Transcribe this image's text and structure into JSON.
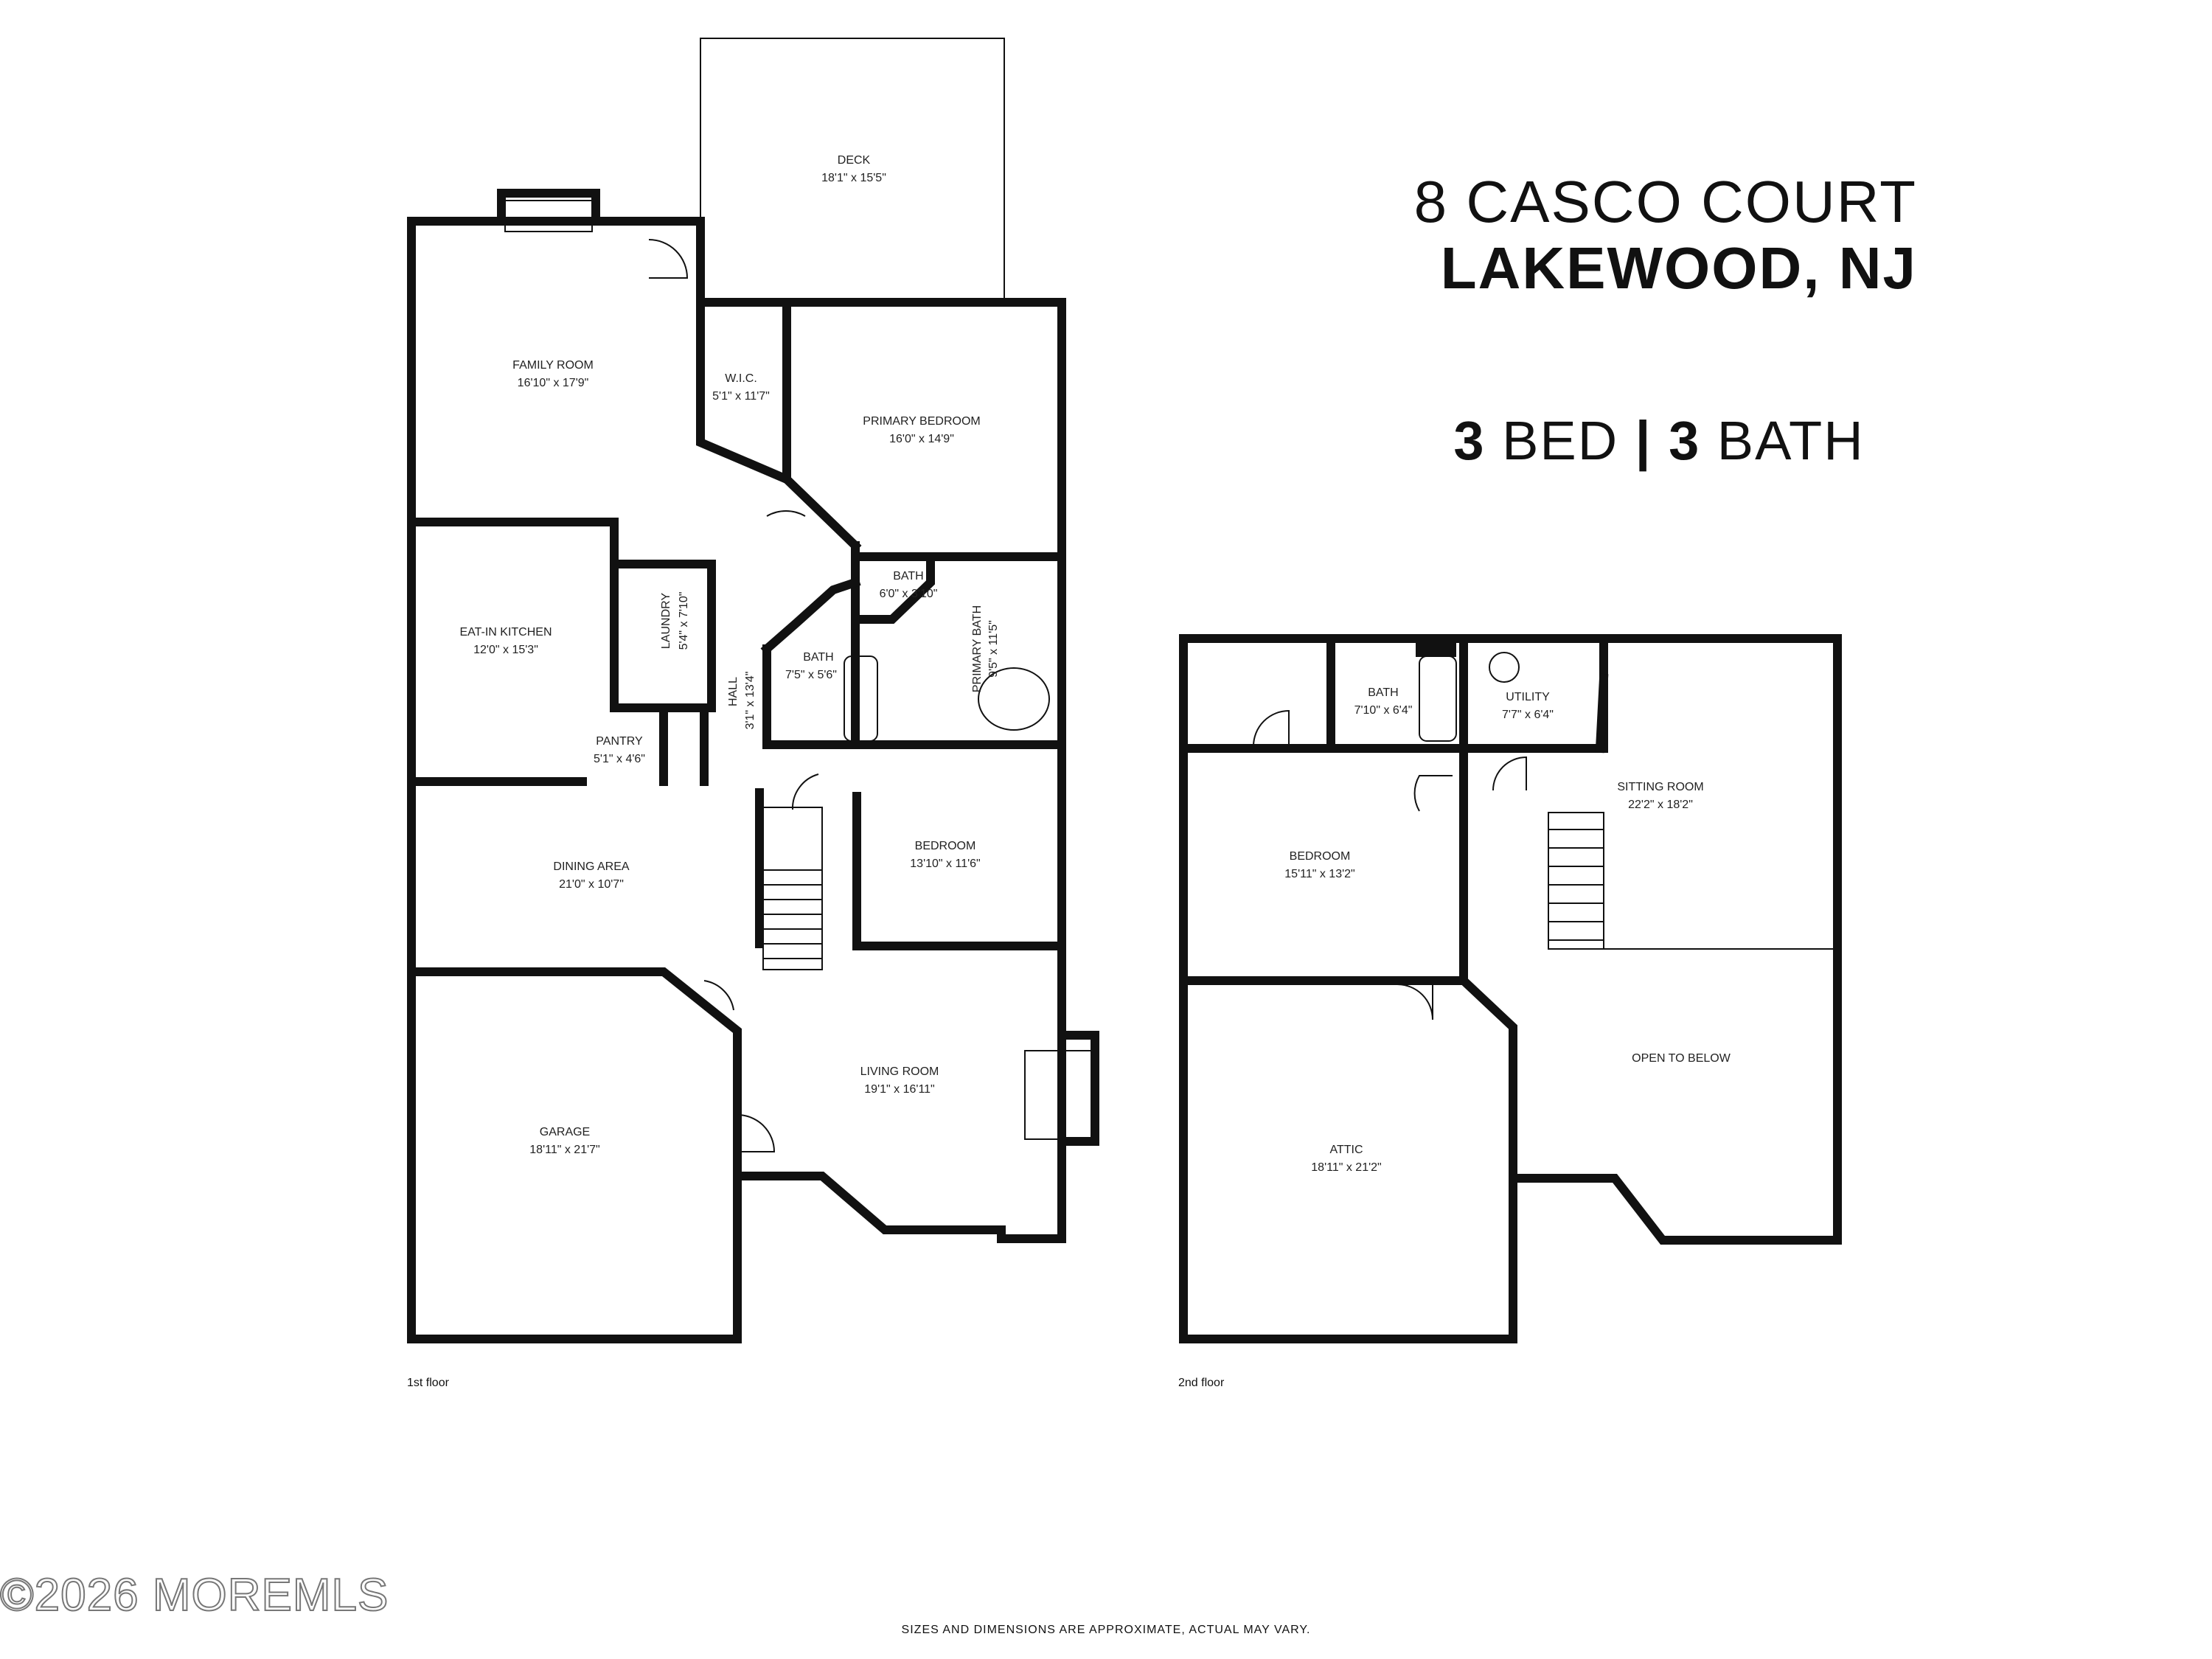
{
  "header": {
    "address_line1": "8 CASCO COURT",
    "address_line2": "LAKEWOOD, NJ",
    "beds_count": "3",
    "beds_label": "BED",
    "separator": "|",
    "baths_count": "3",
    "baths_label": "BATH"
  },
  "floors": {
    "first_label": "1st floor",
    "second_label": "2nd floor"
  },
  "rooms_first": {
    "deck": {
      "name": "DECK",
      "dim": "18'1\" x 15'5\""
    },
    "family_room": {
      "name": "FAMILY ROOM",
      "dim": "16'10\" x 17'9\""
    },
    "wic": {
      "name": "W.I.C.",
      "dim": "5'1\" x 11'7\""
    },
    "primary_bedroom": {
      "name": "PRIMARY BEDROOM",
      "dim": "16'0\" x 14'9\""
    },
    "eat_in_kitchen": {
      "name": "EAT-IN KITCHEN",
      "dim": "12'0\" x 15'3\""
    },
    "laundry": {
      "name": "LAUNDRY",
      "dim": "5'4\" x 7'10\""
    },
    "bath_small": {
      "name": "BATH",
      "dim": "6'0\" x 3'10\""
    },
    "primary_bath": {
      "name": "PRIMARY BATH",
      "dim": "9'5\" x 11'5\""
    },
    "hall": {
      "name": "HALL",
      "dim": "3'1\" x 13'4\""
    },
    "bath_hall": {
      "name": "BATH",
      "dim": "7'5\" x 5'6\""
    },
    "pantry": {
      "name": "PANTRY",
      "dim": "5'1\" x 4'6\""
    },
    "dining_area": {
      "name": "DINING AREA",
      "dim": "21'0\" x 10'7\""
    },
    "bedroom": {
      "name": "BEDROOM",
      "dim": "13'10\" x 11'6\""
    },
    "living_room": {
      "name": "LIVING ROOM",
      "dim": "19'1\" x 16'11\""
    },
    "garage": {
      "name": "GARAGE",
      "dim": "18'11\" x 21'7\""
    }
  },
  "rooms_second": {
    "bath": {
      "name": "BATH",
      "dim": "7'10\" x 6'4\""
    },
    "utility": {
      "name": "UTILITY",
      "dim": "7'7\" x 6'4\""
    },
    "sitting_room": {
      "name": "SITTING ROOM",
      "dim": "22'2\" x 18'2\""
    },
    "bedroom": {
      "name": "BEDROOM",
      "dim": "15'11\" x 13'2\""
    },
    "open_to_below": {
      "name": "OPEN TO BELOW"
    },
    "attic": {
      "name": "ATTIC",
      "dim": "18'11\" x 21'2\""
    }
  },
  "footer": {
    "disclaimer": "SIZES AND DIMENSIONS ARE APPROXIMATE, ACTUAL MAY VARY.",
    "watermark": "©2026 MOREMLS"
  }
}
